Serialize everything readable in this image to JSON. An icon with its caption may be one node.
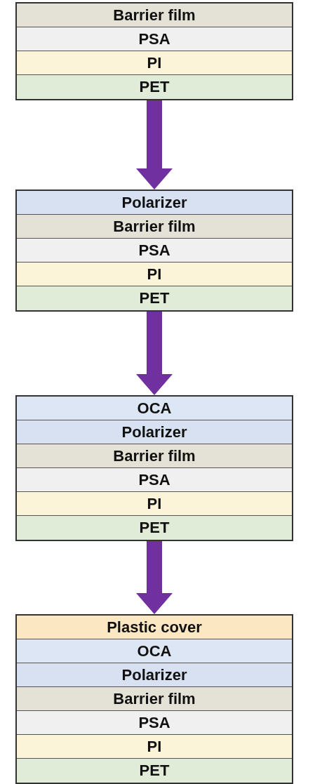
{
  "diagram": {
    "nodes": [
      {
        "text": [],
        "shape": "box"
      },
      {
        "text": [
          "Barrier film"
        ],
        "in": 0
      },
      {
        "text": [
          "PSA"
        ],
        "in": 0
      },
      {
        "text": [
          "PI"
        ],
        "in": 0
      },
      {
        "text": [
          "PET"
        ],
        "in": 0
      },
      {
        "text": [],
        "shape": "box"
      },
      {
        "text": [
          "Polarizer"
        ],
        "in": 5
      },
      {
        "text": [
          "Barrier film"
        ],
        "in": 5
      },
      {
        "text": [
          "PSA"
        ],
        "in": 5
      },
      {
        "text": [
          "PI"
        ],
        "in": 5
      },
      {
        "text": [
          "PET"
        ],
        "in": 5
      },
      {
        "text": [],
        "shape": "box"
      },
      {
        "text": [
          "OCA"
        ],
        "in": 11
      },
      {
        "text": [
          "Polarizer"
        ],
        "in": 11
      },
      {
        "text": [
          "Barrier film"
        ],
        "in": 11
      },
      {
        "text": [
          "PSA"
        ],
        "in": 11
      },
      {
        "text": [
          "PI"
        ],
        "in": 11
      },
      {
        "text": [
          "PET"
        ],
        "in": 11
      },
      {
        "text": [],
        "shape": "box"
      },
      {
        "text": [
          "Plastic cover"
        ],
        "in": 18
      },
      {
        "text": [
          "OCA"
        ],
        "in": 18
      },
      {
        "text": [
          "Polarizer"
        ],
        "in": 18
      },
      {
        "text": [
          "Barrier film"
        ],
        "in": 18
      },
      {
        "text": [
          "PSA"
        ],
        "in": 18
      },
      {
        "text": [
          "PI"
        ],
        "in": 18
      },
      {
        "text": [
          "PET"
        ],
        "in": 18
      }
    ],
    "edges": [
      {
        "from": 0,
        "to": 5,
        "arrow": "to"
      },
      {
        "from": 5,
        "to": 11,
        "arrow": "to"
      },
      {
        "from": 11,
        "to": 18,
        "arrow": "to"
      }
    ]
  }
}
